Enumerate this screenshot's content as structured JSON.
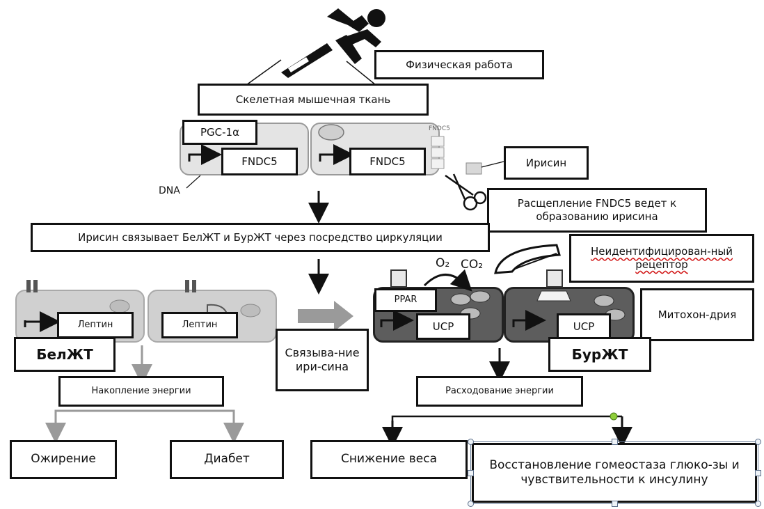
{
  "labels": {
    "physical_work": "Физическая  работа",
    "skeletal_muscle": "Скелетная мышечная ткань",
    "pgc1a": "PGC-1α",
    "fndc5_left": "FNDC5",
    "fndc5_right": "FNDC5",
    "fndc5_small": "FNDC5",
    "irisin": "Ирисин",
    "dna": "DNA",
    "cleavage": "Расщепление FNDC5 ведет к образованию ирисина",
    "circulation": "Ирисин связывает БелЖТ и БурЖТ через посредство циркуляции",
    "receptor": "Неидентифицирован-ный рецептор",
    "o2": "O₂",
    "co2": "CO₂",
    "ppar": "PPAR",
    "ucp_left": "UCP",
    "ucp_right": "UCP",
    "mitochondria": "Митохон-дрия",
    "leptin_left": "Лептин",
    "leptin_right": "Лептин",
    "white_fat": "БелЖТ",
    "brown_fat": "БурЖТ",
    "irisin_binding": "Связыва-ние ири-сина",
    "energy_storage": "Накопление энергии",
    "energy_expenditure": "Расходование энергии",
    "obesity": "Ожирение",
    "diabetes": "Диабет",
    "weight_loss": "Снижение веса",
    "glucose_restore": "Восстановление  гомеостаза глюко-зы и чувствительности  к инсулину"
  },
  "colors": {
    "outline": "#111111",
    "muscle_cell": "#e4e4e4",
    "white_fat_cell": "#d0d0d0",
    "brown_fat_cell": "#5d5d5d",
    "gray_arrow": "#9a9a9a"
  }
}
